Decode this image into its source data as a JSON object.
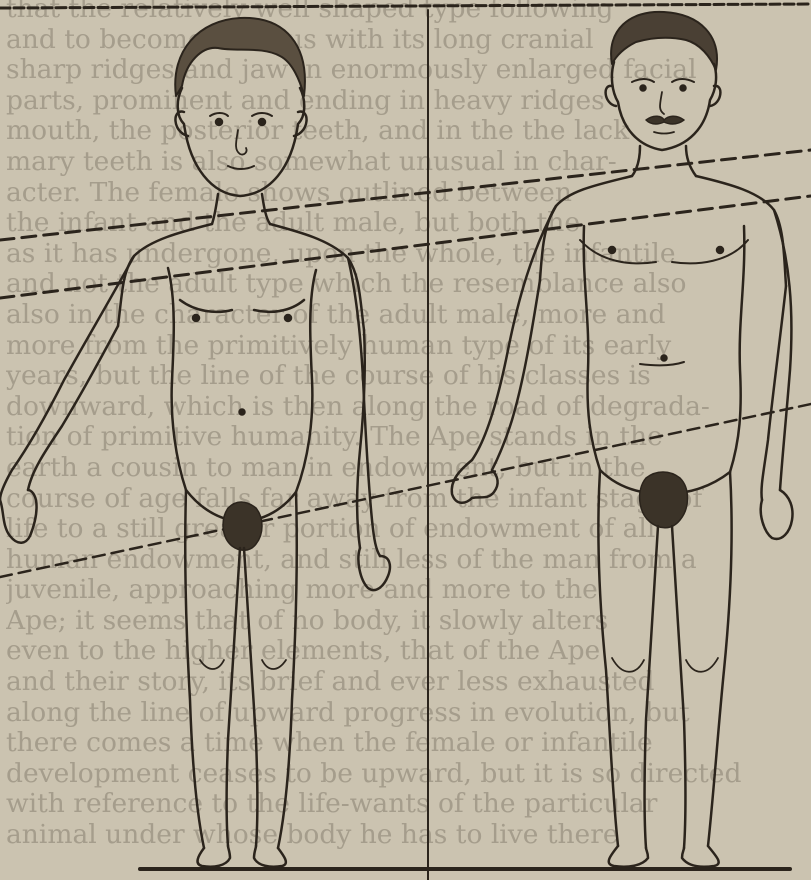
{
  "background_text_lines": [
    "that the relatively well shaped type following",
    "and to become hideous with its long cranial",
    "sharp ridges and jaw in enormously enlarged facial",
    "parts, prominent and ending in heavy ridges",
    "mouth, the posterior teeth, and in the the lack",
    "mary teeth is also somewhat unusual in char-",
    "acter. The female shows outlined between",
    "the infant and the adult male, but both the",
    "as it has undergone, upon the whole, the infantile",
    "and not the adult type which the resemblance also",
    "also in the character of the adult male, more and",
    "more from the primitively human type of its early",
    "years, but the line of the course of his classes is",
    "downward, which is then along the road of degrada-",
    "tion of primitive humanity. The Ape stands in the",
    "earth a cousin to man in endowment, but in the",
    "course of age falls far away from the infant stage of",
    "life to a still greater portion of endowment of all",
    "human endowment, and still less of the man from a",
    "juvenile, approaching more and more to the",
    "Ape; it seems that of no body, it slowly alters",
    "even to the higher elements, that of the Ape",
    "and their story, its brief and ever less exhausted",
    "along the line of upward progress in evolution, but",
    "there comes a time when the female or infantile",
    "development ceases to be upward, but it is so directed",
    "with reference to the life-wants of the particular",
    "animal under whose body he has to live there"
  ]
}
